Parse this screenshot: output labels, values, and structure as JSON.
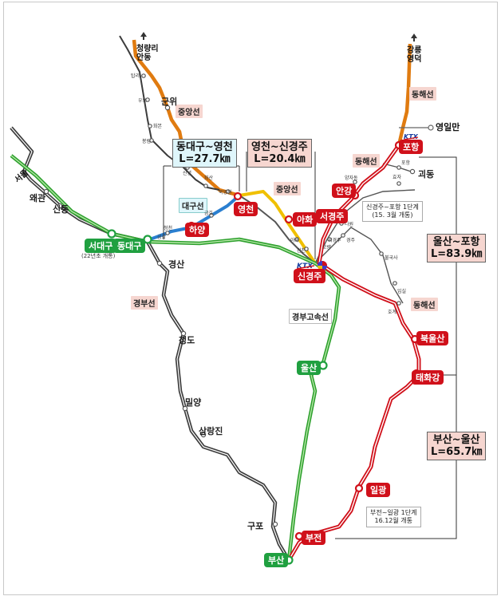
{
  "colors": {
    "gyeongbu": "#404040",
    "jungang": "#e07b10",
    "donghae": "#d0101a",
    "daegu_line": "#2a7fd0",
    "jungang_new": "#f0c000",
    "gyeongbu_hsr": "#55c040",
    "ktx_red": "#d0101a",
    "ktx_green": "#20a040",
    "label_pink": "#f6d6d0",
    "label_cyan": "#dff6fb"
  },
  "icons": {
    "north_arrow_left": "up-arrow-icon",
    "north_arrow_right": "up-arrow-icon",
    "ktx_logo": "ktx-logo-icon",
    "junction": "junction-icon"
  },
  "destinations": {
    "north_left": "청량리\n안동",
    "north_right": "강릉\n영덕",
    "seoul": "서울",
    "yeongilman": "영일만"
  },
  "line_labels": {
    "jungang_north": "중앙선",
    "jungang_mid": "중앙선",
    "donghae_north": "동해선",
    "donghae_mid": "동해선",
    "donghae_south": "동해선",
    "daegu": "대구선",
    "gyeongbu": "경부선",
    "gyeongbu_hsr": "경부고속선"
  },
  "stations_ktx": {
    "seodaegu": "서대구",
    "seodaegu_note": "(22년초 개통)",
    "dongdaegu": "동대구",
    "hayang": "하양",
    "yeongcheon": "영천",
    "ahwa": "아화",
    "seogyeongju": "서경주",
    "angang": "안강",
    "pohang": "포항",
    "singyeongju": "신경주",
    "ulsan": "울산",
    "bukulsan": "북울산",
    "taehwagang": "태화강",
    "ilgwang": "일광",
    "bujeon": "부전",
    "busan": "부산"
  },
  "stations_minor": {
    "gunwi": "군위",
    "waegwan": "왜관",
    "sindong": "신동",
    "gyeongsan": "경산",
    "cheongdo": "청도",
    "miryang": "밀양",
    "samnangjin": "삼랑진",
    "gupo": "구포",
    "goedong": "괴동"
  },
  "stations_small": [
    "탑리",
    "우보",
    "화본",
    "봉림",
    "신녕",
    "화산",
    "북영천",
    "금호",
    "청천",
    "금강",
    "아화",
    "건천",
    "모량",
    "나원",
    "시경주",
    "경주",
    "불국사",
    "입실",
    "호계",
    "효자",
    "포항",
    "양자동"
  ],
  "segments": {
    "dongdaegu_yeongcheon": {
      "name": "동대구~영천",
      "length": "L=27.7㎞"
    },
    "yeongcheon_singyeongju": {
      "name": "영천~신경주",
      "length": "L=20.4㎞"
    },
    "ulsan_pohang": {
      "name": "울산~포항",
      "length": "L=83.9㎞"
    },
    "busan_ulsan": {
      "name": "부산~울산",
      "length": "L=65.7㎞"
    }
  },
  "notes": {
    "singyeongju_pohang": "신경주~포항 1단계\n(15. 3월 개통)",
    "bujeon_ilgwang": "부전~일광 1단계\n16.12월 개통"
  }
}
